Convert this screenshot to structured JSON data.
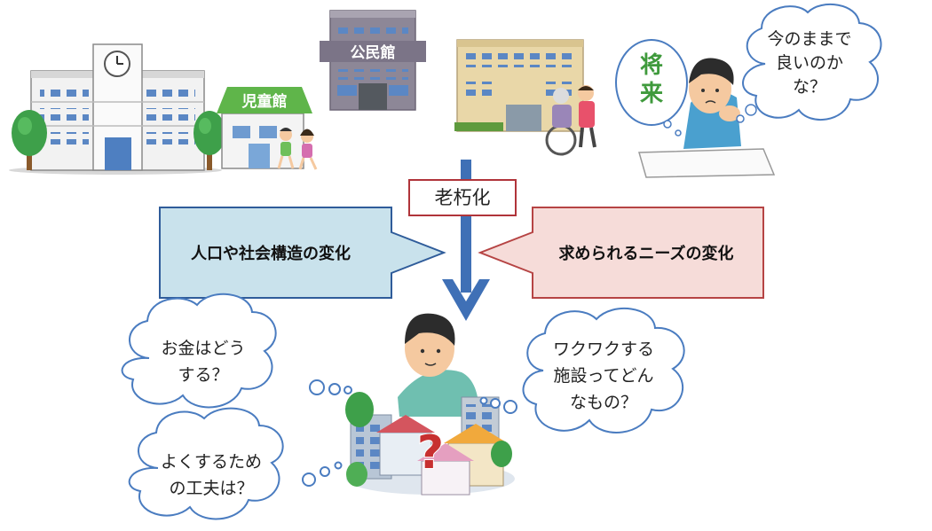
{
  "buildings": {
    "kominkan_sign": "公民館",
    "jidokan_sign": "児童館"
  },
  "thought_top": {
    "future_badge": [
      "将",
      "来"
    ],
    "bubble_lines": [
      "今のままで",
      "良いのか",
      "な？"
    ]
  },
  "center": {
    "aging_label": "老朽化"
  },
  "factors": {
    "left": "人口や社会構造の変化",
    "right": "求められるニーズの変化"
  },
  "bubbles": {
    "money": [
      "お金はどう",
      "する？"
    ],
    "improve": [
      "よくするため",
      "の工夫は？"
    ],
    "exciting": [
      "ワクワクする",
      "施設ってどん",
      "なもの？"
    ]
  },
  "question_mark": "?",
  "colors": {
    "arrow_blue": "#3f70b6",
    "left_box_fill": "#c9e2ec",
    "left_box_stroke": "#2f5c9a",
    "right_box_fill": "#f6dcd9",
    "right_box_stroke": "#b64444",
    "aging_stroke": "#b0343a",
    "cloud_stroke": "#4a7cc0"
  }
}
